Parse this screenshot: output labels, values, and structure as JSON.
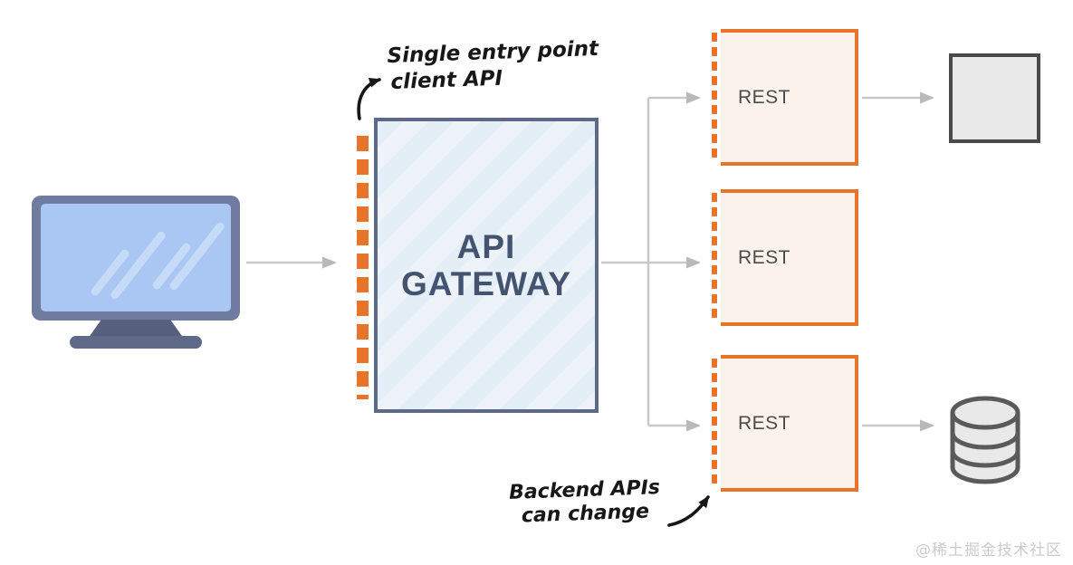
{
  "annotations": {
    "entry": {
      "line1": "Single entry point",
      "line2": "client API"
    },
    "backend": {
      "line1": "Backend APIs",
      "line2": "can change"
    }
  },
  "nodes": {
    "client": {
      "icon": "computer-monitor-icon"
    },
    "gateway": {
      "label_line1": "API",
      "label_line2": "GATEWAY"
    },
    "rest_services": [
      {
        "label": "REST"
      },
      {
        "label": "REST"
      },
      {
        "label": "REST"
      }
    ],
    "backend_square": {
      "icon": "square-node"
    },
    "database": {
      "icon": "database-cylinder-icon"
    }
  },
  "watermark": "@稀土掘金技术社区",
  "colors": {
    "orange": "#E8742C",
    "line_gray": "#C9C9C9",
    "arrow_gray": "#B9B9B9",
    "ink": "#171717",
    "gateway_border": "#5C6A88",
    "gateway_text": "#44536F",
    "gateway_fill": "#E4EEF6",
    "gateway_stripe": "#EDF3F9",
    "rest_fill": "#FCF2EC",
    "rest_text": "#4B4B4B",
    "node_fill": "#E9E9E9",
    "node_border": "#4A4A4A",
    "db_stroke": "#5A5A5A",
    "monitor_frame": "#6F7C9F",
    "monitor_screen": "#A9C7F2",
    "monitor_shine": "#C6DBF8",
    "monitor_stand": "#57617F",
    "monitor_base": "#5F6A88",
    "watermark_gray": "#CBCBCB"
  }
}
